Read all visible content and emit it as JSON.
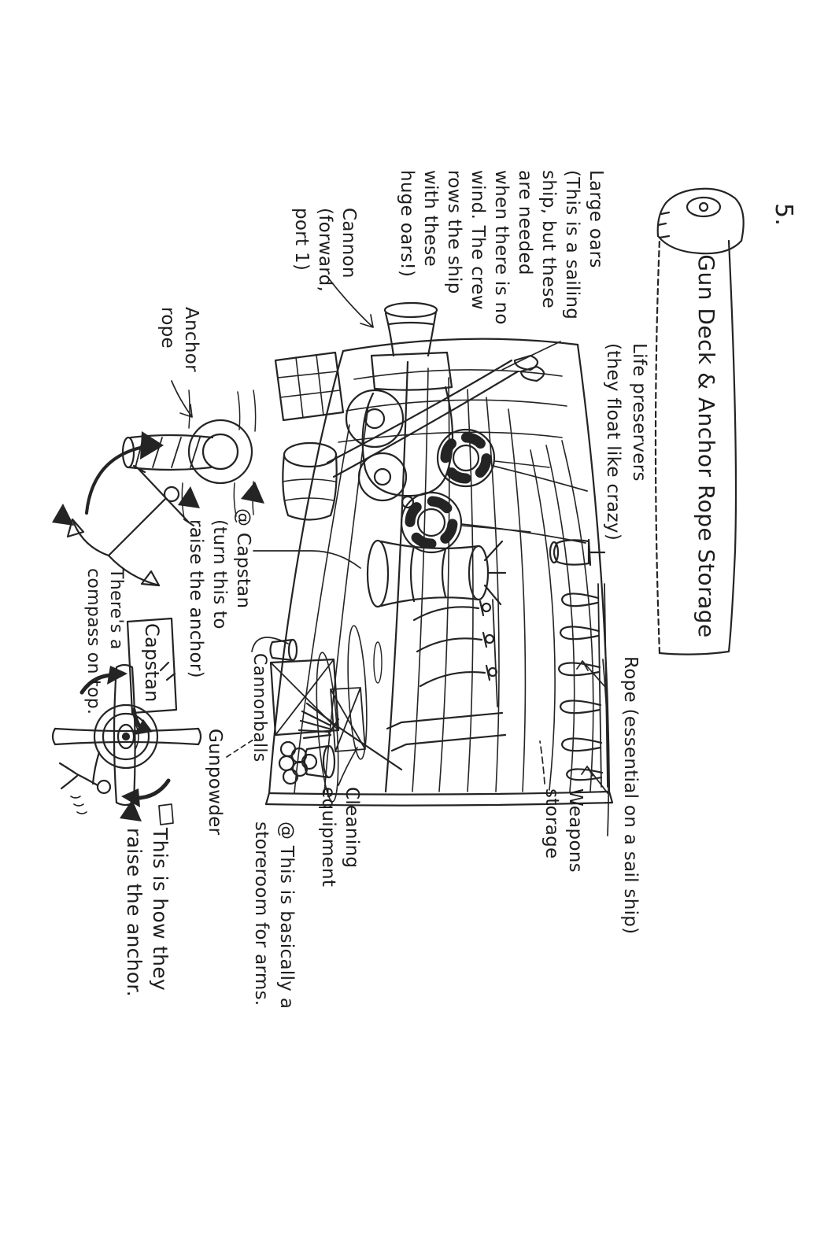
{
  "page": {
    "number": "5.",
    "title": "Gun Deck & Anchor Rope Storage",
    "ink_color": "#242424",
    "paper_color": "#ffffff"
  },
  "labels": {
    "large_oars": {
      "lines": [
        "Large oars",
        "(This is a sailing",
        "ship, but these",
        "are needed",
        "when there is no",
        "wind. The crew",
        "rows the ship",
        "with these",
        "huge oars!)"
      ]
    },
    "cannon": {
      "lines": [
        "Cannon",
        "(forward,",
        "port 1)"
      ]
    },
    "anchor_rope": {
      "lines": [
        "Anchor",
        "rope"
      ]
    },
    "life_preservers": {
      "lines": [
        "Life preservers",
        "(they float like crazy)"
      ]
    },
    "rope": {
      "text": "Rope (essential on a sail ship)"
    },
    "weapons_storage": {
      "lines": [
        "Weapons",
        "storage"
      ]
    },
    "cleaning_equipment": {
      "lines": [
        "Cleaning",
        "equipment"
      ]
    },
    "storeroom_note": {
      "lines": [
        "@ This is basically a",
        "storeroom for arms."
      ]
    },
    "capstan_note": {
      "lines": [
        "@ Capstan",
        "(turn this to",
        "raise the anchor)"
      ]
    },
    "cannonballs": {
      "text": "Cannonballs"
    },
    "gunpowder": {
      "text": "Gunpowder"
    },
    "compass_note": {
      "lines": [
        "There's a",
        "compass on top."
      ]
    },
    "capstan_box": {
      "text": "Capstan"
    },
    "raise_anchor_note": {
      "lines": [
        "This is how they",
        "raise the anchor."
      ]
    }
  }
}
